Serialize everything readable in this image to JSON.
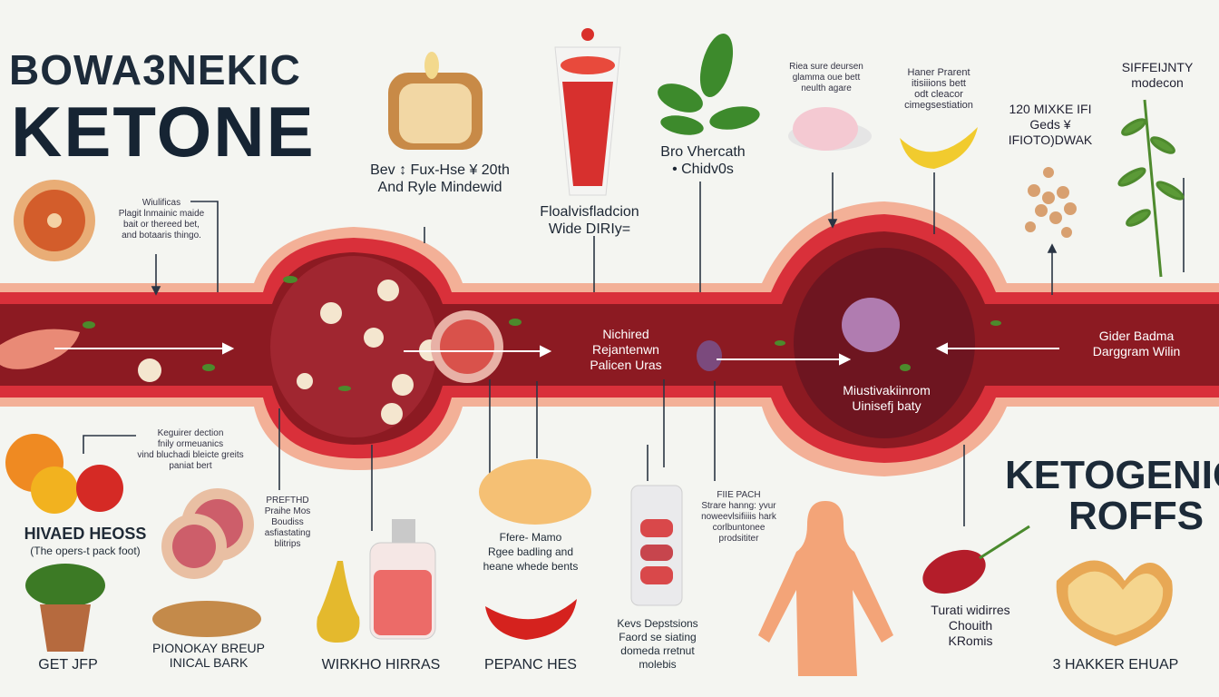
{
  "title": {
    "line1": "BOWA3NEKIC",
    "line2": "KETONE"
  },
  "right_title": {
    "line1": "KETOGENIC",
    "line2": "ROFFS"
  },
  "labels": {
    "bread": "Bev ↕ Fux-Hse ¥ 20th\nAnd Ryle Mindewid",
    "glass": "Floalvisfladcion\nWide DIRIy=",
    "leaf": "Bro Vhercath\n• Chidv0s",
    "top_right1": "Riea sure deursen\nglamma oue bett\nneulth agare",
    "top_right2": "Haner Prarent\nitisiiions bett\nodt cleacor\ncimegsestiation",
    "top_right3": "120 MIXKE IFI\nGeds ¥\nIFIOTO)DWAK",
    "top_right4": "SIFFEIJNTY\nmodecon",
    "left_note": "Wiulificas\nPlagit lnmainic maide\nbait or thereed bet,\nand botaaris thingo.",
    "vessel_center": "Nichired\nRejantenwn\nPalicen Uras",
    "vessel_right_bottom": "Miustivakiinrom\nUinisefj baty",
    "vessel_far_right": "Gider Badma\nDarggram Wilin",
    "left_mid": "Keguirer dection\nfnily ormeuanics\nvind bluchadi bleicte greits\npaniat bert",
    "hived": "HIVAED HEOSS",
    "hived_sub": "(The opers-t pack foot)",
    "prefthd": "PREFTHD\nPraihe Mos\nBoudiss\nasfiastating\nblitrips",
    "donut": "Ffere- Mamo\nRgee badling and\nheane whede bents",
    "pills": "FIIE PACH\nStrare hanng: yvur\nnoweevlsifiiiis hark\ncorlbuntonee\nprodsititer",
    "kevs": "Kevs Depstsions\nFaord se siating\ndomeda rretnut\nmolebis",
    "turati": "Turati widirres\nChouith\nKRomis",
    "bottom1": "GET JFP",
    "bottom2": "PIONOKAY BREUP\nINICAL BARK",
    "bottom3": "WIRKHO HIRRAS",
    "bottom4": "PEPANC HES",
    "bottom5": "3 HAKKER EHUAP"
  },
  "colors": {
    "vessel_outer": "#f2a789",
    "vessel_mid": "#d9303a",
    "vessel_inner": "#8c1a22",
    "title": "#162433"
  }
}
